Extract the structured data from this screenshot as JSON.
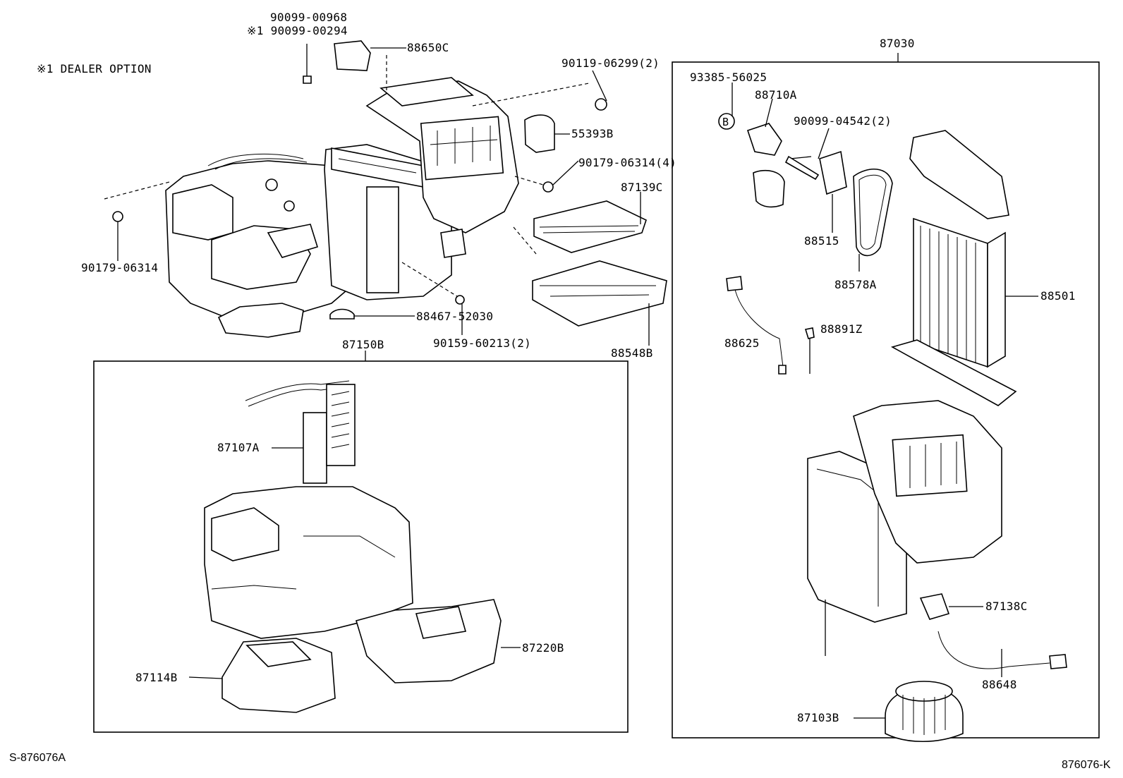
{
  "note": "※1 DEALER OPTION",
  "footer_left": "S-876076A",
  "footer_right": "876076-K",
  "groups": {
    "evaporator_unit": "87030",
    "heater_unit": "87150B"
  },
  "labels": {
    "p90099_00968": "90099-00968",
    "p90099_00294": "※1 90099-00294",
    "p88650C": "88650C",
    "p90119_06299": "90119-06299(2)",
    "p55393B": "55393B",
    "p90179_06314_4": "90179-06314(4)",
    "p87139C": "87139C",
    "p90179_06314": "90179-06314",
    "p88467_52030": "88467-52030",
    "p90159_60213": "90159-60213(2)",
    "p88548B": "88548B",
    "p87107A": "87107A",
    "p87114B": "87114B",
    "p87220B": "87220B",
    "p93385_56025": "93385-56025",
    "p88710A": "88710A",
    "p90099_04542": "90099-04542(2)",
    "p88515": "88515",
    "p88578A": "88578A",
    "p88501": "88501",
    "p88625": "88625",
    "p88891Z": "88891Z",
    "p87138C": "87138C",
    "p88648": "88648",
    "p87103B": "87103B",
    "callout_b": "B"
  }
}
